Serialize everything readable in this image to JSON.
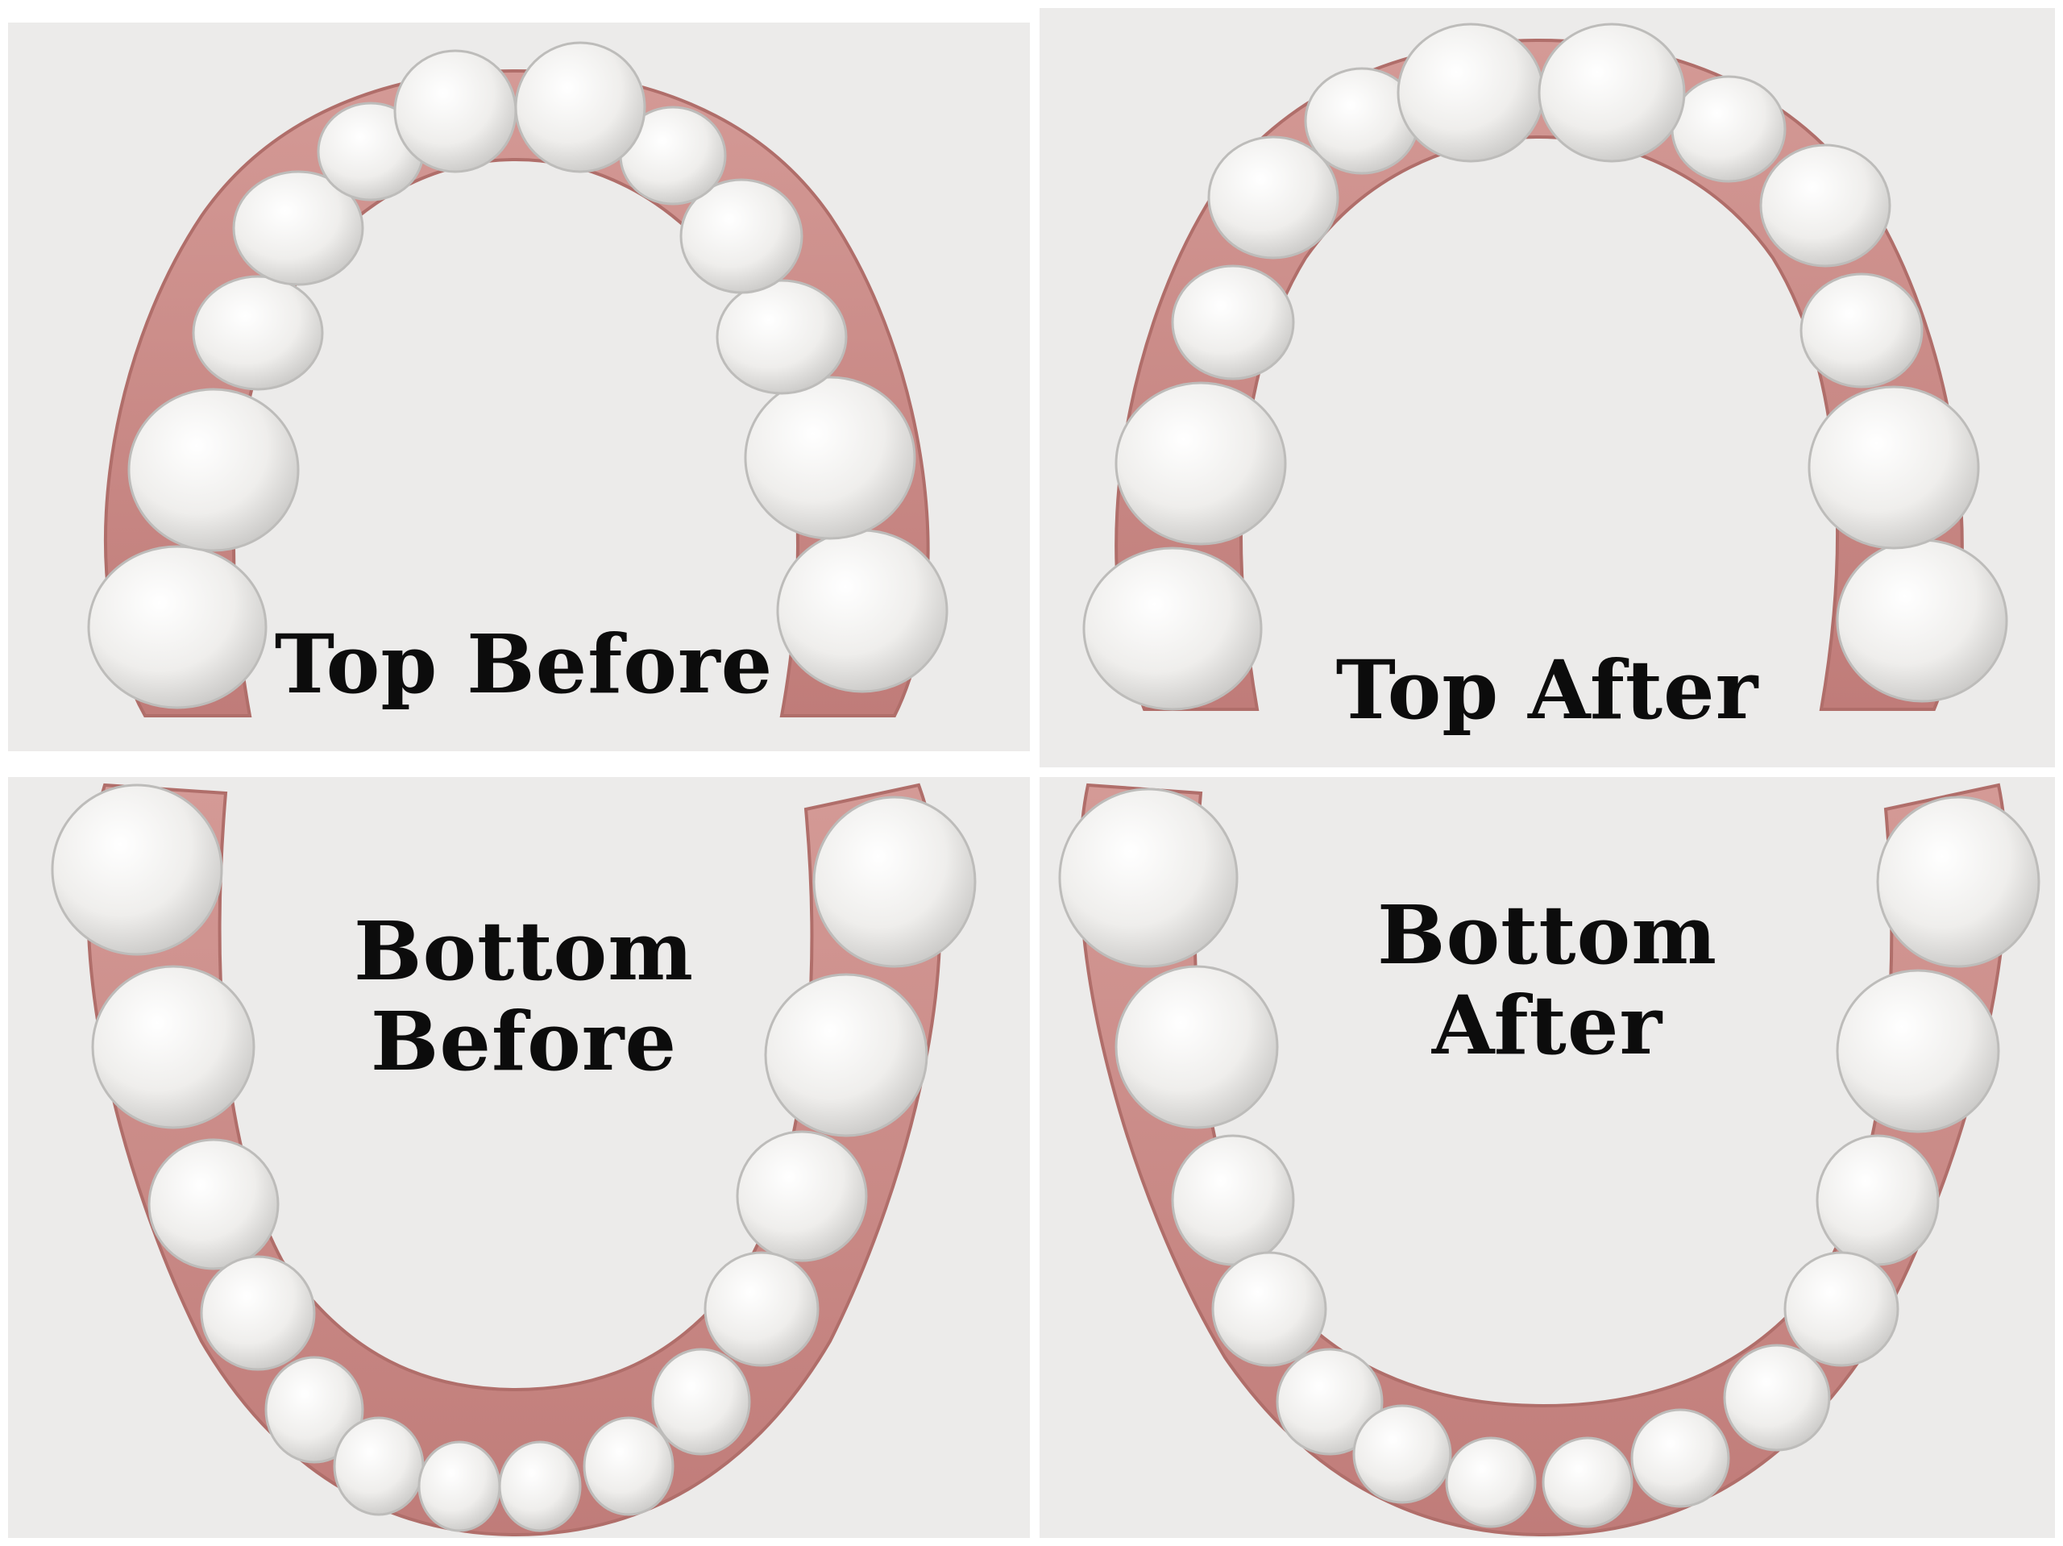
{
  "panels": {
    "top_before": {
      "label": "Top Before"
    },
    "top_after": {
      "label": "Top After"
    },
    "bottom_before": {
      "label_line1": "Bottom",
      "label_line2": "Before"
    },
    "bottom_after": {
      "label_line1": "Bottom",
      "label_line2": "After"
    }
  },
  "colors": {
    "background": "#ecebea",
    "gum": "#cf8f8b",
    "gum_shadow": "#b66d6a",
    "tooth": "#f3f2f0",
    "tooth_shadow": "#c9c8c6",
    "label": "#0c0c0c"
  }
}
